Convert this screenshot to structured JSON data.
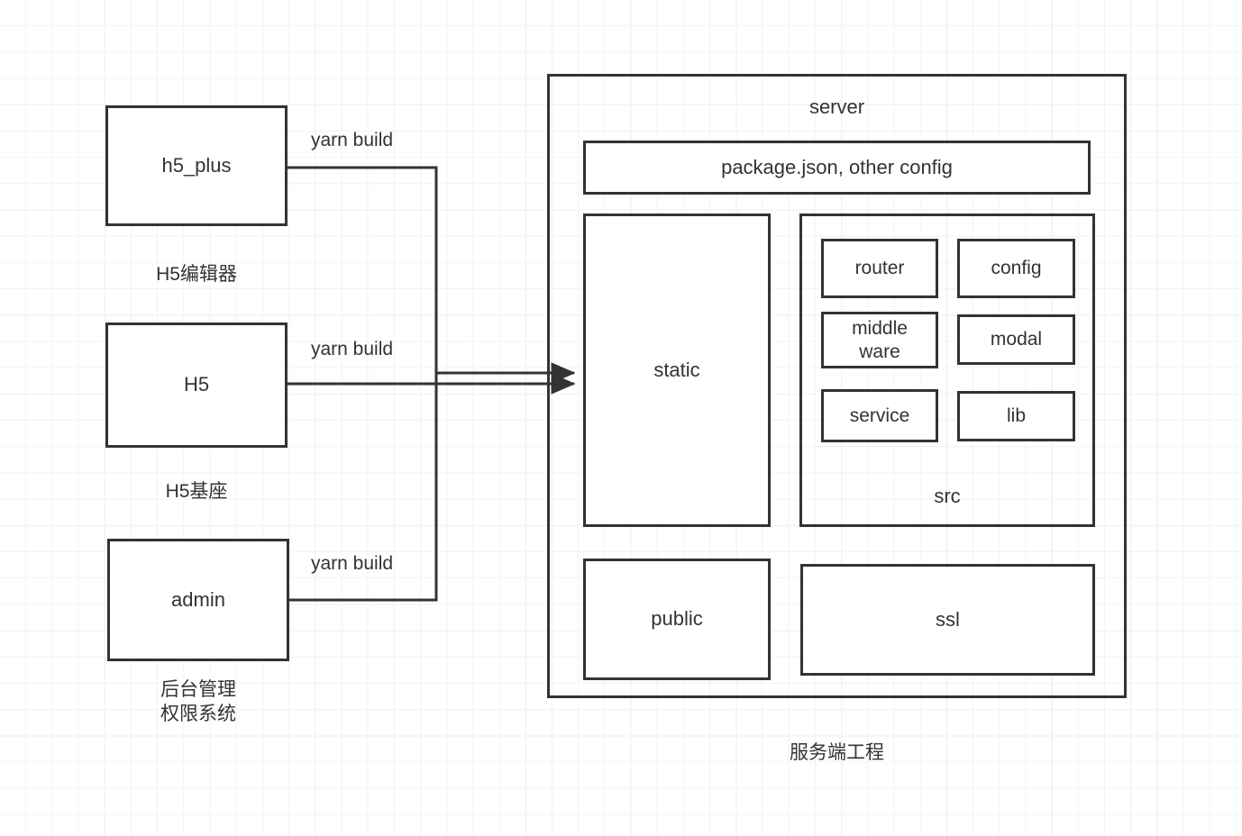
{
  "diagram": {
    "title_caption": "服务端工程",
    "stroke_color": "#333333",
    "background_color": "#ffffff",
    "grid_color": "#f2f2f2"
  },
  "left_nodes": [
    {
      "id": "h5_plus",
      "label": "h5_plus",
      "caption": "H5编辑器",
      "edge_label": "yarn build"
    },
    {
      "id": "h5",
      "label": "H5",
      "caption": "H5基座",
      "edge_label": "yarn build"
    },
    {
      "id": "admin",
      "label": "admin",
      "caption": "后台管理\n权限系统",
      "edge_label": "yarn build"
    }
  ],
  "server": {
    "label": "server",
    "config_box": {
      "label": "package.json, other config"
    },
    "static_box": {
      "label": "static"
    },
    "src_box": {
      "label": "src",
      "children": [
        {
          "id": "router",
          "label": "router"
        },
        {
          "id": "config",
          "label": "config"
        },
        {
          "id": "middleware",
          "label": "middle\nware"
        },
        {
          "id": "modal",
          "label": "modal"
        },
        {
          "id": "service",
          "label": "service"
        },
        {
          "id": "lib",
          "label": "lib"
        }
      ]
    },
    "public_box": {
      "label": "public"
    },
    "ssl_box": {
      "label": "ssl"
    }
  }
}
